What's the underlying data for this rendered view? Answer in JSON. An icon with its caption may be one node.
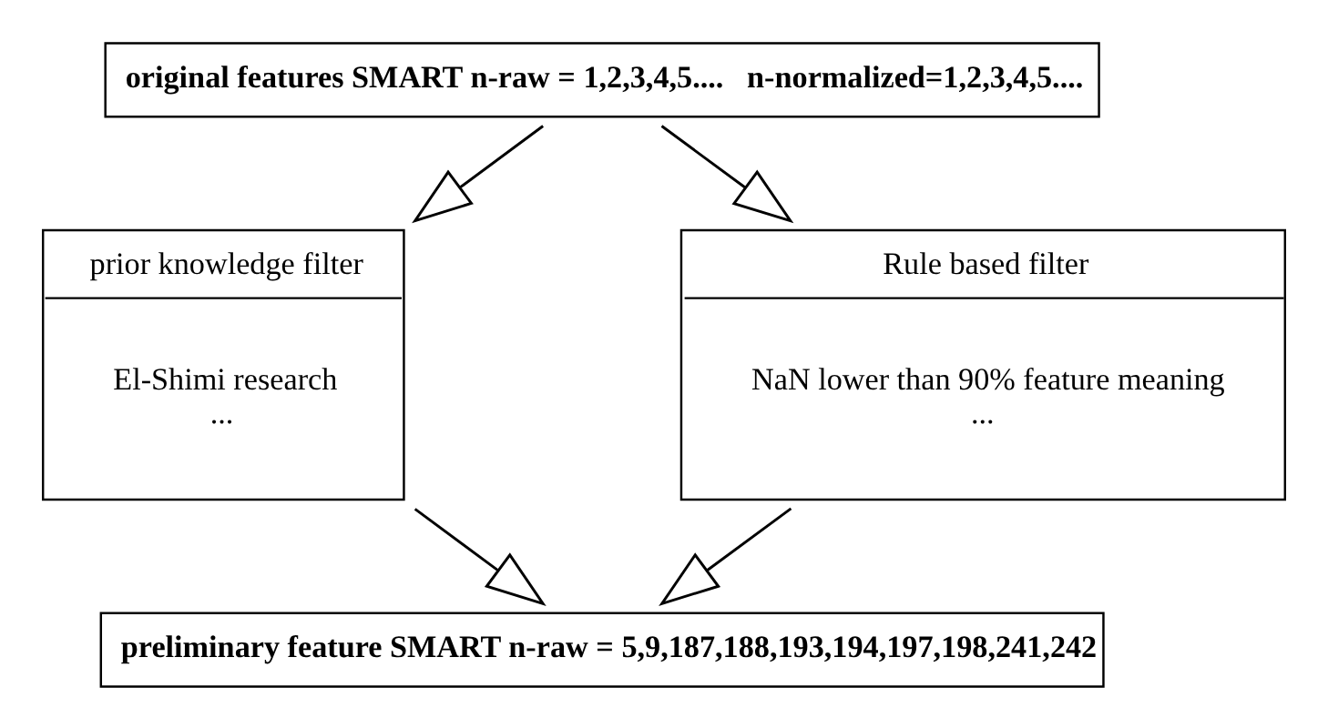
{
  "diagram": {
    "nodes": [
      {
        "text": [
          "original features SMART n-raw = 1,2,3,4,5....   n-normalized=1,2,3,4,5...."
        ]
      },
      {
        "text": [
          "prior knowledge filter",
          "El-Shimi research ..."
        ]
      },
      {
        "text": [
          "Rule based filter",
          "NaN lower than 90% feature meaning ..."
        ]
      },
      {
        "text": [
          "preliminary feature SMART n-raw = 5,9,187,188,193,194,197,198,241,242"
        ]
      }
    ],
    "edges": [
      {
        "from": 0,
        "to": 1,
        "arrow": "to"
      },
      {
        "from": 0,
        "to": 2,
        "arrow": "to"
      },
      {
        "from": 1,
        "to": 3,
        "arrow": "to"
      },
      {
        "from": 2,
        "to": 3,
        "arrow": "to"
      }
    ]
  }
}
